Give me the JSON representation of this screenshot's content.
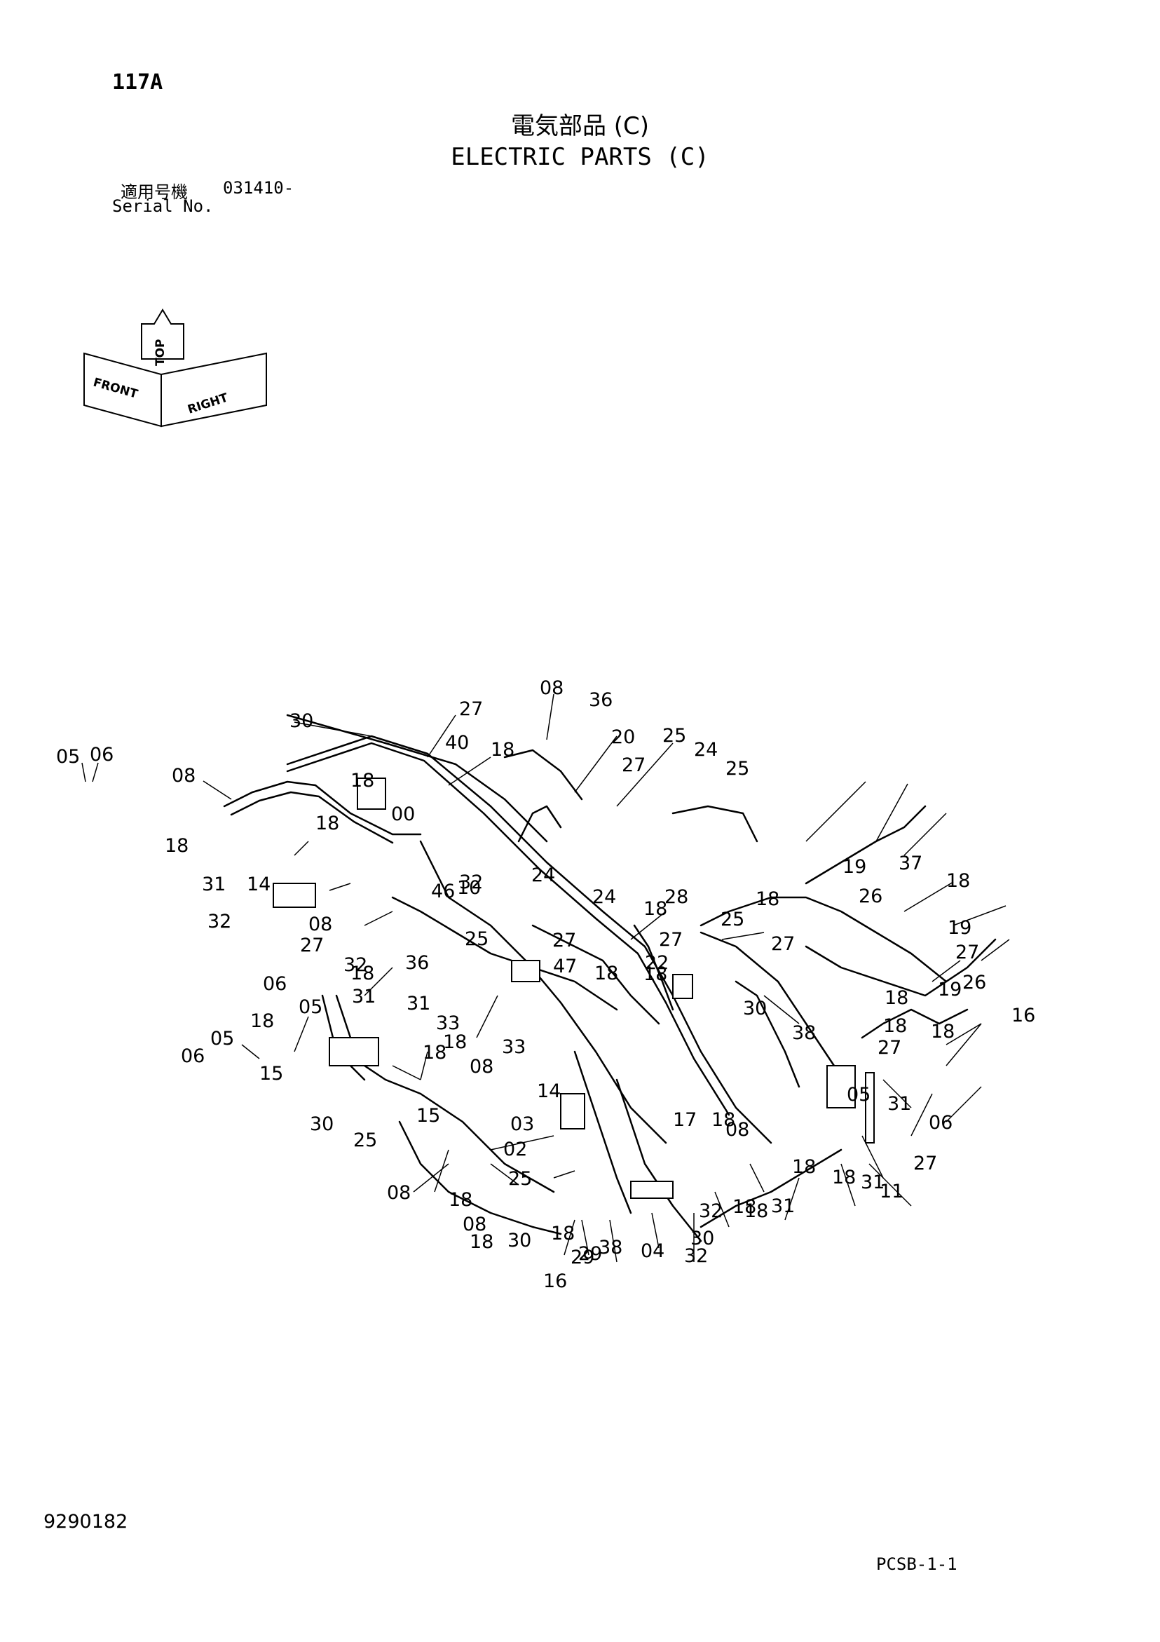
{
  "header": {
    "page_number": "117A",
    "title_jp": "電気部品 (C)",
    "title_en": "ELECTRIC PARTS (C)",
    "serial_label_jp": "適用号機",
    "serial_value": "031410-",
    "serial_label_en": "Serial No."
  },
  "orientation": {
    "top": "TOP",
    "front": "FRONT",
    "right": "RIGHT"
  },
  "callouts": [
    "05",
    "06",
    "08",
    "30",
    "27",
    "08",
    "36",
    "40",
    "18",
    "20",
    "25",
    "24",
    "18",
    "27",
    "25",
    "00",
    "18",
    "18",
    "31",
    "14",
    "32",
    "10",
    "46",
    "32",
    "24",
    "28",
    "24",
    "18",
    "08",
    "27",
    "25",
    "27",
    "32",
    "36",
    "18",
    "47",
    "22",
    "27",
    "18",
    "06",
    "05",
    "31",
    "31",
    "18",
    "33",
    "18",
    "18",
    "33",
    "08",
    "05",
    "06",
    "15",
    "15",
    "30",
    "25",
    "08",
    "14",
    "03",
    "02",
    "25",
    "18",
    "08",
    "18",
    "30",
    "18",
    "38",
    "29",
    "16",
    "29",
    "04",
    "32",
    "30",
    "18",
    "32",
    "18",
    "31",
    "18",
    "17",
    "18",
    "08",
    "05",
    "31",
    "18",
    "31",
    "11",
    "27",
    "06",
    "27",
    "18",
    "18",
    "16",
    "38",
    "18",
    "30",
    "19",
    "26",
    "37",
    "18",
    "26",
    "19",
    "27",
    "19",
    "27",
    "25",
    "18",
    "18"
  ],
  "footer": {
    "drawing_number": "9290182",
    "sheet_code": "PCSB-1-1"
  }
}
